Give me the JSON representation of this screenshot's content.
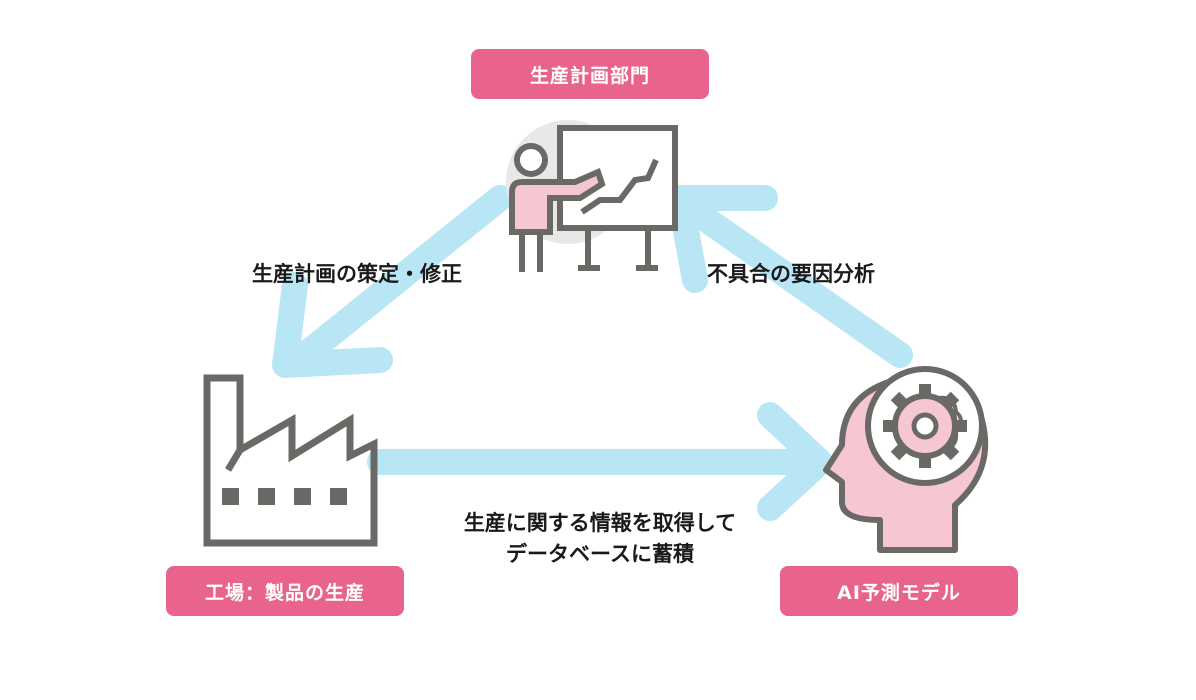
{
  "nodes": {
    "planning": {
      "label": "生産計画部門",
      "icon": "presenter-chart-icon"
    },
    "factory": {
      "label": "工場：製品の生産",
      "icon": "factory-icon"
    },
    "ai": {
      "label": "AI予測モデル",
      "icon": "ai-head-gear-icon"
    }
  },
  "edges": {
    "planning_to_factory": {
      "label": "生産計画の策定・修正"
    },
    "factory_to_ai": {
      "lines": [
        "生産に関する情報を取得して",
        "データベースに蓄積"
      ]
    },
    "ai_to_planning": {
      "label": "不具合の要因分析"
    }
  },
  "colors": {
    "badge": "#e8648c",
    "arrow": "#b8e6f4",
    "icon_stroke": "#6b6966",
    "icon_fill_pink": "#f6c6d3",
    "icon_bg_grey": "#e8e8e8"
  }
}
